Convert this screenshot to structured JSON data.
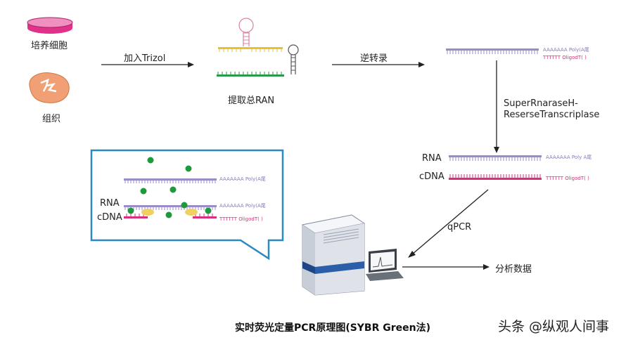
{
  "labels": {
    "cultured_cells": "培养细胞",
    "tissue": "组织",
    "add_trizol": "加入Trizol",
    "extract_rna": "提取总RAN",
    "reverse_transcription": "逆转录",
    "enzyme_line1": "SuperRnaraseH-",
    "enzyme_line2": "ReserseTranscriplase",
    "rna": "RNA",
    "cdna": "cDNA",
    "qpcr": "qPCR",
    "analyze_data": "分析数据"
  },
  "strand_tags": {
    "poly_a_1": "AAAAAAA Poly(A尾",
    "oligo_dt_1": "TTTTTT OligodT(  )",
    "poly_a_2": "AAAAAAA Poly A尾",
    "oligo_dt_2": "TTTTTT OligodT(  )",
    "poly_a_3": "AAAAAAA Poly(A尾",
    "poly_a_4": "AAAAAAA Poly(A尾",
    "oligo_dt_3": "TTTTTT OligodT(  )"
  },
  "inset_labels": {
    "rna": "RNA",
    "cdna": "cDNA"
  },
  "caption": "实时荧光定量PCR原理图(SYBR Green法)",
  "watermark": "头条 @纵观人间事",
  "colors": {
    "petri": "#e0328a",
    "tissue": "#f0a074",
    "rna_strand": "#9a8cc8",
    "cdna_strand": "#d6307e",
    "yellow_strand": "#e8c030",
    "green_strand": "#2a9a4a",
    "dye": "#1e9a3c",
    "callout_border": "#2a8ac0",
    "primer": "#f0d060"
  }
}
